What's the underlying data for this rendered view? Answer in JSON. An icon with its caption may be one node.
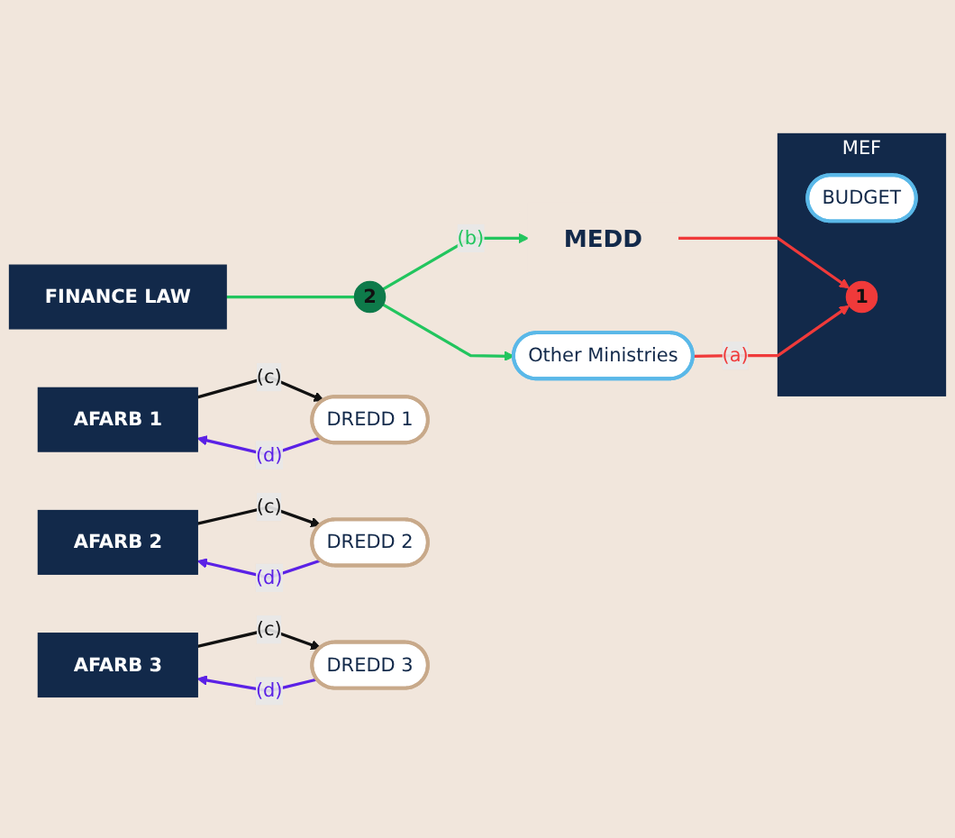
{
  "diagram": {
    "nodes": [
      {
        "text": [
          "MEDD"
        ]
      },
      {
        "text": [
          "FINANCE LAW"
        ]
      },
      {
        "text": [
          "2"
        ]
      },
      {
        "text": [
          "Other Ministries"
        ]
      },
      {
        "text": [
          "MEF"
        ]
      },
      {
        "text": [
          "BUDGET"
        ],
        "in": 4
      },
      {
        "text": [
          "1"
        ],
        "in": 4
      },
      {
        "text": [
          "AFARB 1"
        ]
      },
      {
        "text": [
          "DREDD 1"
        ]
      },
      {
        "text": [
          "AFARB 2"
        ]
      },
      {
        "text": [
          "DREDD 2"
        ]
      },
      {
        "text": [
          "AFARB 3"
        ]
      },
      {
        "text": [
          "DREDD 3"
        ]
      }
    ],
    "edges": [
      {
        "from": 1,
        "to": 2,
        "arrow": "none",
        "color": "#22c55e"
      },
      {
        "from": 2,
        "to": 0,
        "arrow": "to",
        "label": "(b)",
        "color": "#22c55e"
      },
      {
        "from": 2,
        "to": 3,
        "arrow": "to",
        "color": "#22c55e"
      },
      {
        "from": 0,
        "to": 6,
        "arrow": "to",
        "color": "#f03a3a"
      },
      {
        "from": 3,
        "to": 6,
        "arrow": "to",
        "label": "(a)",
        "color": "#f03a3a"
      },
      {
        "from": 7,
        "to": 8,
        "arrow": "to",
        "label": "(c)",
        "color": "#111111"
      },
      {
        "from": 8,
        "to": 7,
        "arrow": "to",
        "label": "(d)",
        "color": "#5b21e6"
      },
      {
        "from": 9,
        "to": 10,
        "arrow": "to",
        "label": "(c)",
        "color": "#111111"
      },
      {
        "from": 10,
        "to": 9,
        "arrow": "to",
        "label": "(d)",
        "color": "#5b21e6"
      },
      {
        "from": 11,
        "to": 12,
        "arrow": "to",
        "label": "(c)",
        "color": "#111111"
      },
      {
        "from": 12,
        "to": 11,
        "arrow": "to",
        "label": "(d)",
        "color": "#5b21e6"
      }
    ]
  }
}
